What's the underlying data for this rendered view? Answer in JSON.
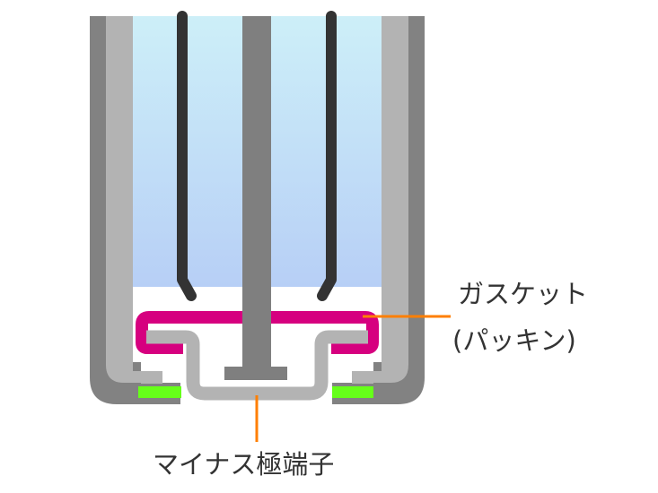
{
  "colors": {
    "outer_can": "#828282",
    "inner_can": "#b3b3b3",
    "electrolyte_top": "#cdeff8",
    "electrolyte_bottom": "#b7cff6",
    "electrode": "#333333",
    "center_terminal": "#7f7f7f",
    "gasket": "#d6007f",
    "green_seal": "#66ff19",
    "callout_line": "#ff7f00",
    "label_text": "#333333"
  },
  "labels": {
    "gasket_line1": "ガスケット",
    "gasket_line2": "(パッキン)",
    "negative_terminal": "マイナス極端子"
  }
}
